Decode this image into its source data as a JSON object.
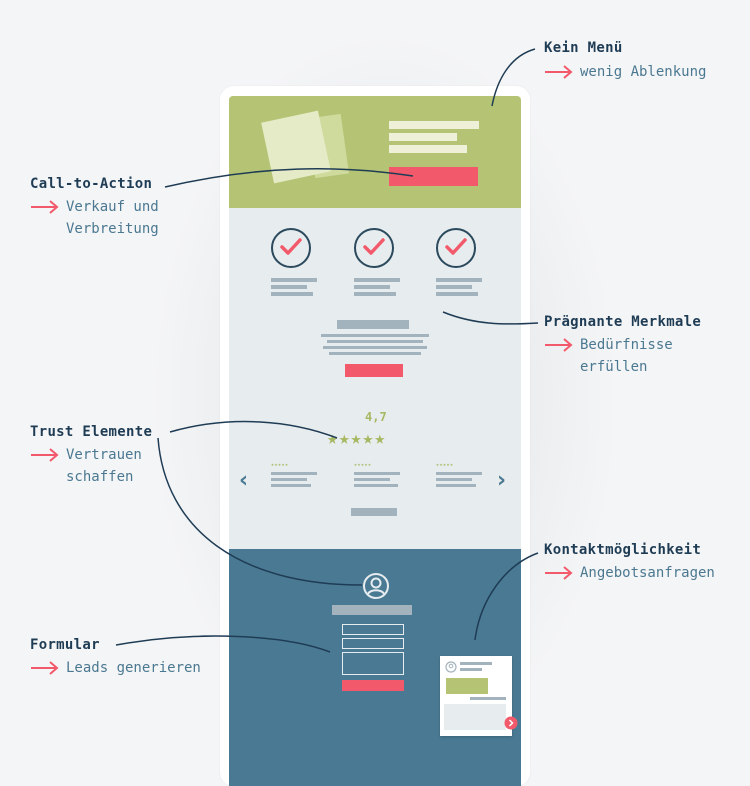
{
  "callouts": {
    "menu": {
      "title": "Kein Menü",
      "lines": [
        "wenig Ablenkung"
      ]
    },
    "cta": {
      "title": "Call-to-Action",
      "lines": [
        "Verkauf und",
        "Verbreitung"
      ]
    },
    "features": {
      "title": "Prägnante Merkmale",
      "lines": [
        "Bedürfnisse",
        "erfüllen"
      ]
    },
    "trust": {
      "title": "Trust Elemente",
      "lines": [
        "Vertrauen",
        "schaffen"
      ]
    },
    "contact": {
      "title": "Kontaktmöglichkeit",
      "lines": [
        "Angebotsanfragen"
      ]
    },
    "form": {
      "title": "Formular",
      "lines": [
        "Leads generieren"
      ]
    }
  },
  "mockup": {
    "rating": "4,7",
    "stars": "★★★★★",
    "mini_stars": "★★★★★",
    "nav_prev": "‹",
    "nav_next": "›"
  },
  "colors": {
    "accent_green": "#b5c474",
    "accent_red": "#f25a6b",
    "navy": "#1f3c55",
    "teal": "#4a7a93",
    "panel_gray": "#e7ecee"
  }
}
